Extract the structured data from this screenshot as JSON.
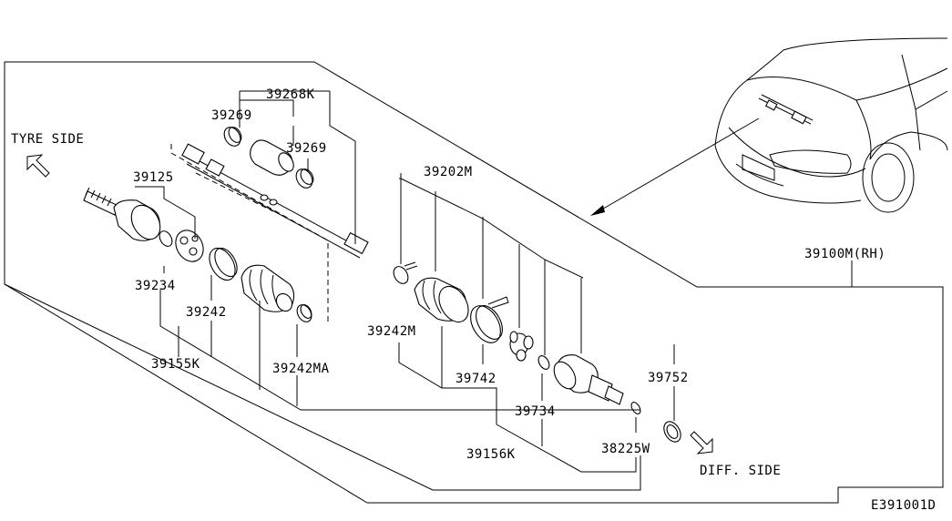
{
  "labels": {
    "tyre_side": "TYRE SIDE",
    "diff_side": "DIFF. SIDE",
    "assembly": "39100M(RH)",
    "p39268k": "39268K",
    "p39269a": "39269",
    "p39269b": "39269",
    "p39125": "39125",
    "p39202m": "39202M",
    "p39234": "39234",
    "p39242": "39242",
    "p39242m": "39242M",
    "p39155k": "39155K",
    "p39242ma": "39242MA",
    "p39742": "39742",
    "p39734": "39734",
    "p39752": "39752",
    "p39156k": "39156K",
    "p38225w": "38225W",
    "diagram_code": "E391001D"
  }
}
